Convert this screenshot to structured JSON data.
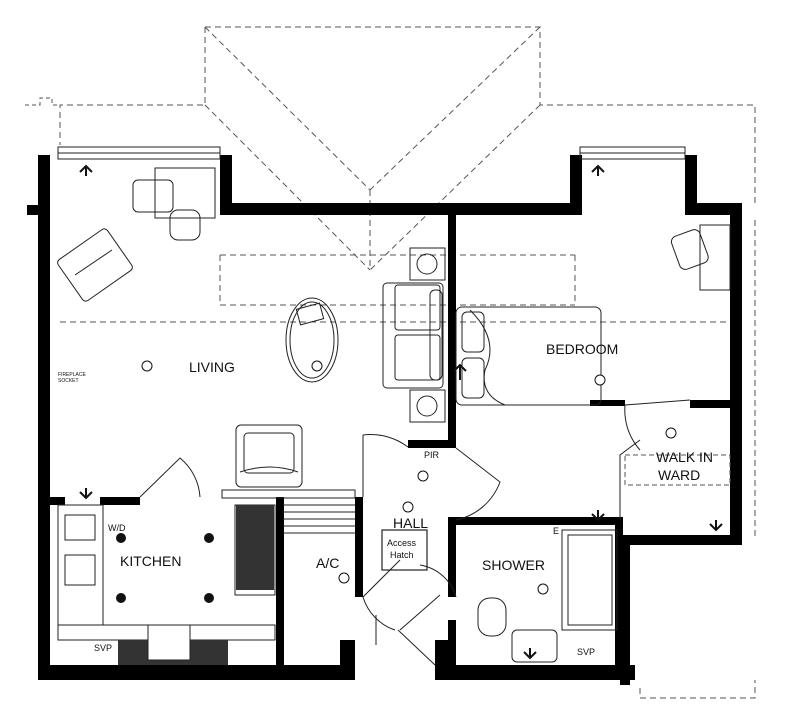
{
  "rooms": {
    "living": "LIVING",
    "bedroom": "BEDROOM",
    "kitchen": "KITCHEN",
    "hall": "HALL",
    "shower": "SHOWER",
    "walk_in_ward_line1": "WALK IN",
    "walk_in_ward_line2": "WARD",
    "ac": "A/C"
  },
  "labels": {
    "access_hatch_line1": "Access",
    "access_hatch_line2": "Hatch",
    "pir": "PIR",
    "svp_kitchen": "SVP",
    "svp_shower": "SVP",
    "wd": "W/D",
    "fireplace_line1": "FIREPLACE",
    "fireplace_line2": "SOCKET",
    "e_mark": "E"
  },
  "colors": {
    "wall": "#000000",
    "line": "#222222",
    "dashed": "#555555"
  }
}
